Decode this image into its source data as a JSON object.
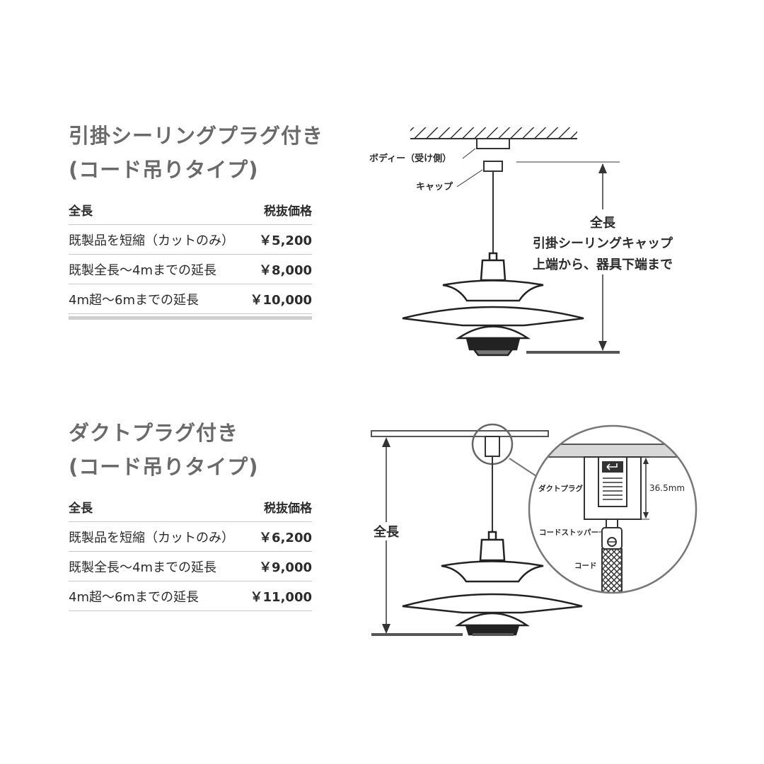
{
  "ceiling_plug": {
    "title_line1": "引掛シーリングプラグ付き",
    "title_line2": "(コード吊りタイプ)",
    "table": {
      "header": [
        "全長",
        "税抜価格"
      ],
      "rows": [
        [
          "既製品を短縮（カットのみ）",
          "￥5,200"
        ],
        [
          "既製全長〜4mまでの延長",
          "￥8,000"
        ],
        [
          "4m超〜6mまでの延長",
          "￥10,000"
        ]
      ]
    },
    "diagram": {
      "body_label": "ボディー（受け側）",
      "cap_label": "キャップ",
      "length_line1": "全長",
      "length_line2": "引掛シーリングキャップ",
      "length_line3": "上端から、器具下端まで"
    }
  },
  "duct_plug": {
    "title_line1": "ダクトプラグ付き",
    "title_line2": "(コード吊りタイプ)",
    "table": {
      "header": [
        "全長",
        "税抜価格"
      ],
      "rows": [
        [
          "既製品を短縮（カットのみ）",
          "￥6,200"
        ],
        [
          "既製全長〜4mまでの延長",
          "￥9,000"
        ],
        [
          "4m超〜6mまでの延長",
          "￥11,000"
        ]
      ]
    },
    "diagram": {
      "length_label": "全長",
      "duct_plug_label": "ダクトプラグ",
      "dimension_label": "36.5mm",
      "cord_stopper_label": "コードストッパー",
      "cord_label": "コード"
    }
  }
}
